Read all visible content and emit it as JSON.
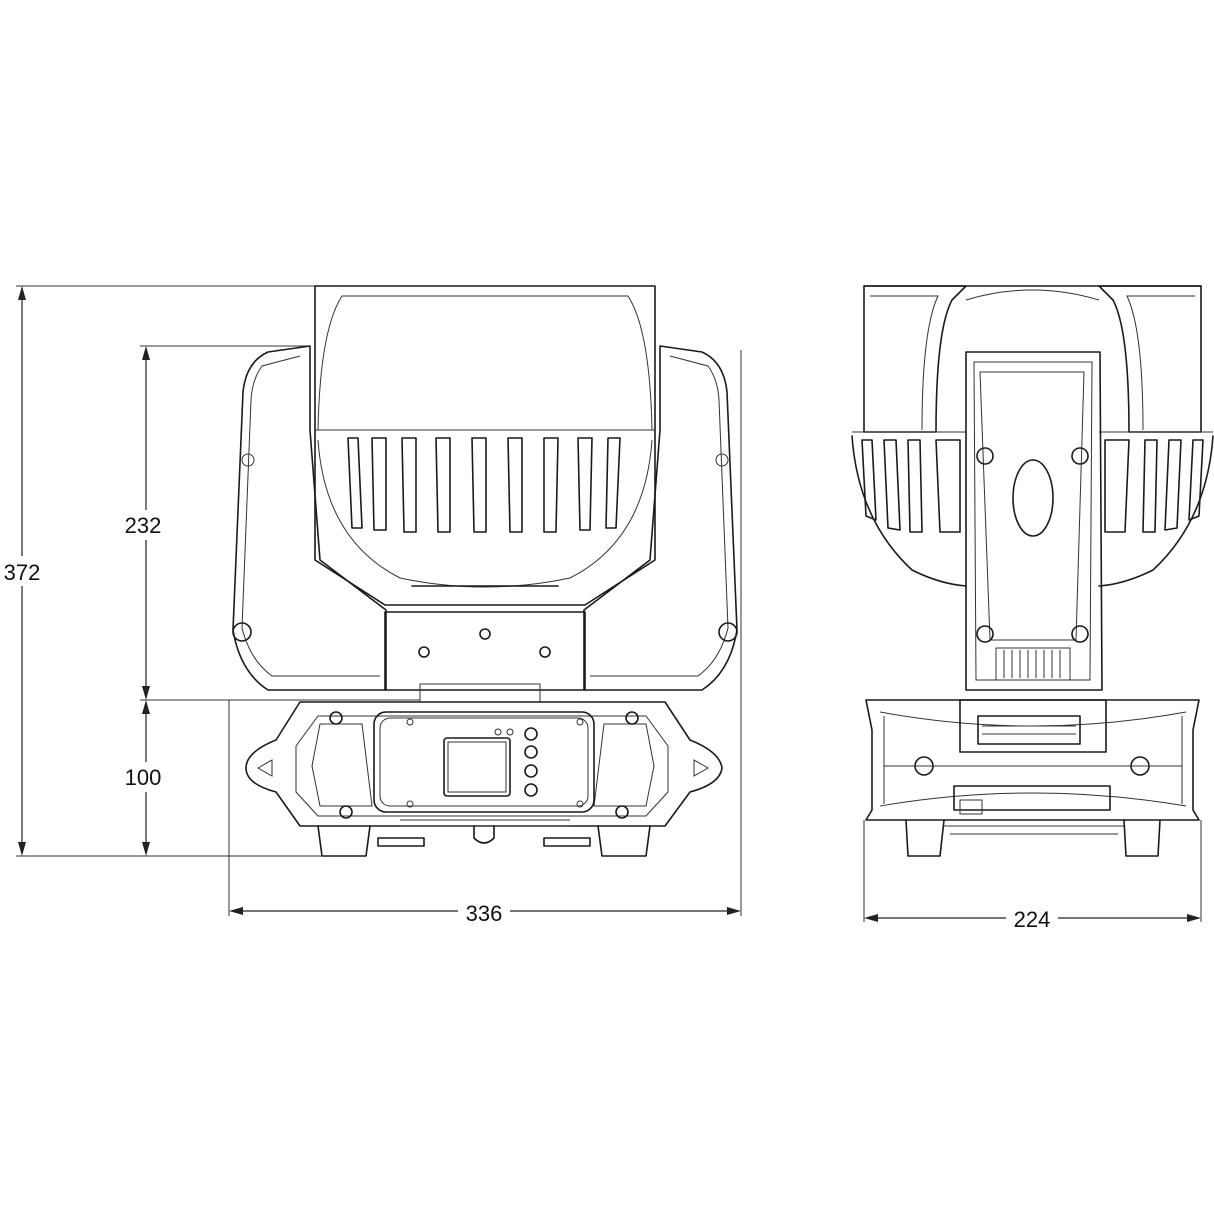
{
  "dimensions": {
    "total_height": "372",
    "head_height": "232",
    "base_height": "100",
    "front_width": "336",
    "side_width": "224"
  },
  "colors": {
    "line": "#1a1a1a",
    "background": "#ffffff"
  }
}
